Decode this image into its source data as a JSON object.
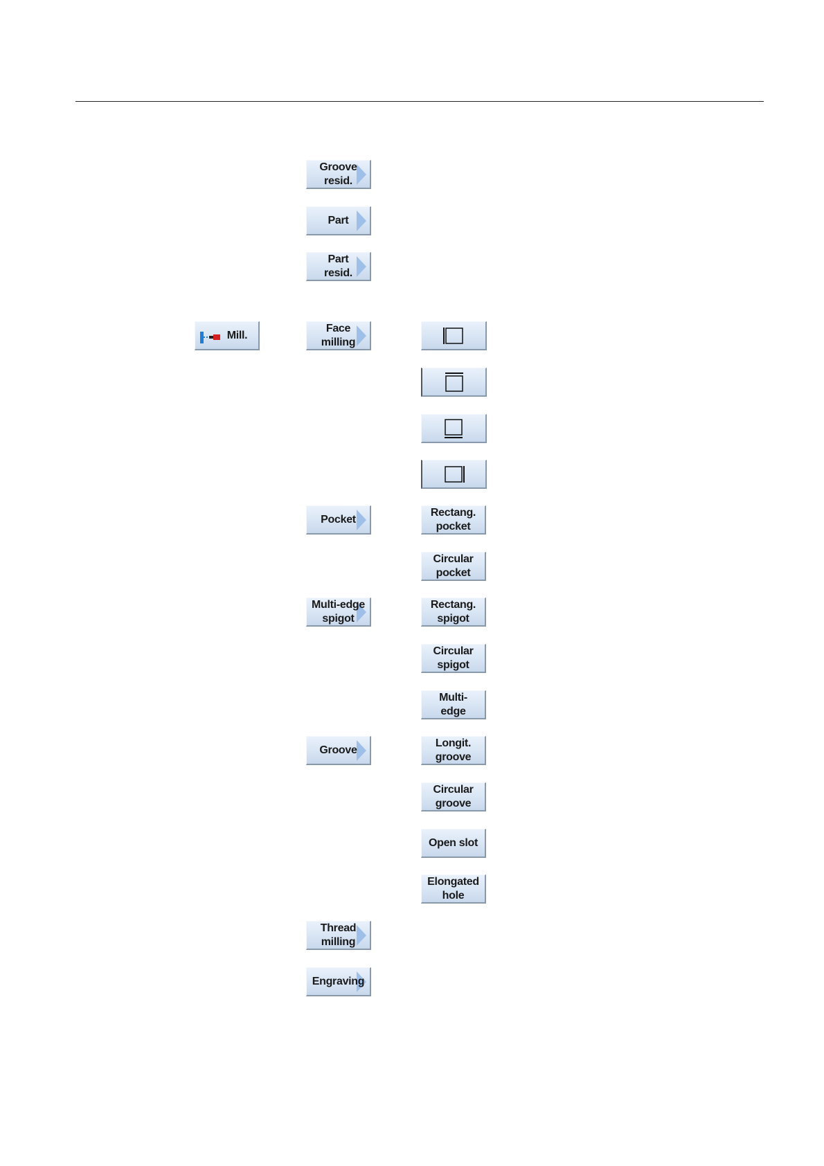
{
  "col1": {
    "mill": {
      "label": "Mill.",
      "icon": "mill-tool-icon"
    }
  },
  "col2": {
    "groove_resid": "Groove\nresid.",
    "part": "Part",
    "part_resid": "Part\nresid.",
    "face_milling": "Face\nmilling",
    "pocket": "Pocket",
    "multi_edge_spigot": "Multi-edge\nspigot",
    "groove": "Groove",
    "thread_milling": "Thread\nmilling",
    "engraving": "Engraving"
  },
  "col3": {
    "face_icons": [
      "face-milling-left-edge-icon",
      "face-milling-top-edge-icon",
      "face-milling-bottom-edge-icon",
      "face-milling-right-edge-icon"
    ],
    "rectang_pocket": "Rectang.\npocket",
    "circular_pocket": "Circular\npocket",
    "rectang_spigot": "Rectang.\nspigot",
    "circular_spigot": "Circular\nspigot",
    "multi_edge": "Multi-\nedge",
    "longit_groove": "Longit.\ngroove",
    "circular_groove": "Circular\ngroove",
    "open_slot": "Open slot",
    "elongated_hole": "Elongated\nhole"
  }
}
